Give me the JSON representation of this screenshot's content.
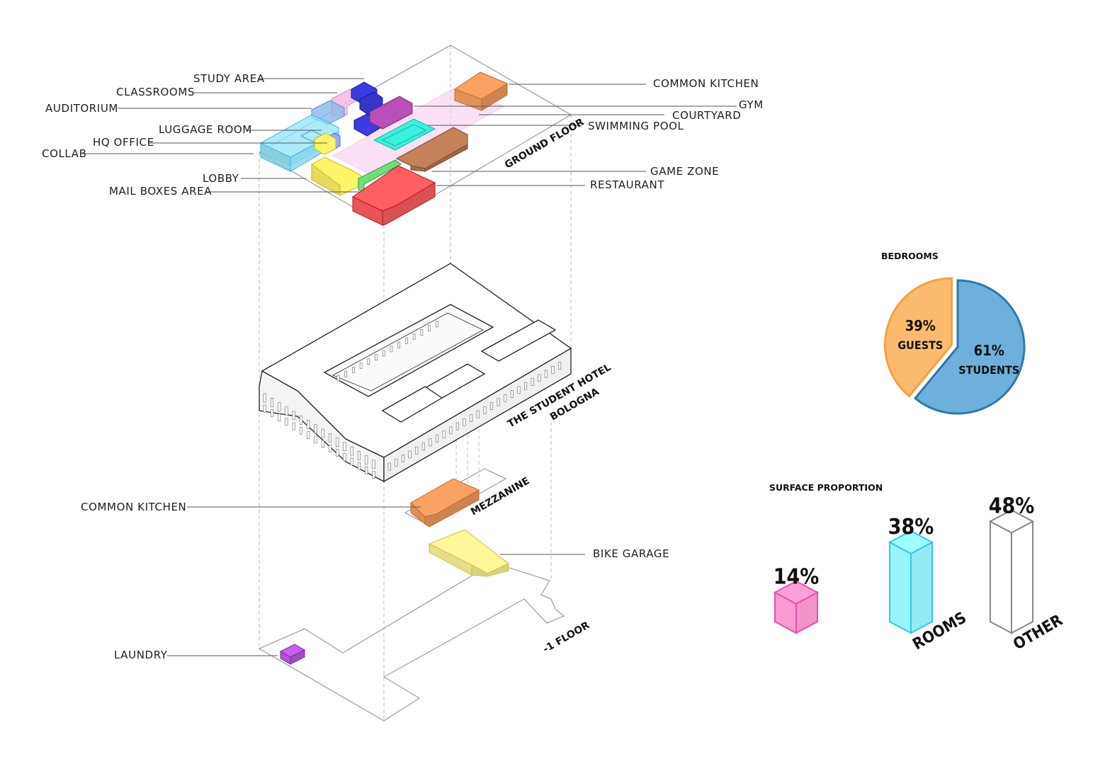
{
  "floors": {
    "ground": "GROUND FLOOR",
    "mezzanine": "MEZZANINE",
    "basement": "-1 FLOOR",
    "building_line1": "THE STUDENT HOTEL",
    "building_line2": "BOLOGNA"
  },
  "ground_labels": {
    "study_area": "STUDY AREA",
    "classrooms": "CLASSROOMS",
    "auditorium": "AUDITORIUM",
    "luggage_room": "LUGGAGE ROOM",
    "hq_office": "HQ OFFICE",
    "collab": "COLLAB",
    "lobby": "LOBBY",
    "mail_boxes": "MAIL BOXES AREA",
    "common_kitchen": "COMMON KITCHEN",
    "gym": "GYM",
    "courtyard": "COURTYARD",
    "swimming_pool": "SWIMMING POOL",
    "game_zone": "GAME ZONE",
    "restaurant": "RESTAURANT"
  },
  "lower_labels": {
    "common_kitchen": "COMMON KITCHEN",
    "bike_garage": "BIKE GARAGE",
    "laundry": "LAUNDRY"
  },
  "colors": {
    "study": "#3b3be0",
    "classrooms": "#f6b8e4",
    "auditorium": "#8ab8ea",
    "collab": "#8fe4f8",
    "hq": "#9aa8ff",
    "lobby": "#fff36a",
    "kitchen": "#f9a264",
    "gym": "#b94fb9",
    "courtyard": "#f8c8f0",
    "pool": "#3af1de",
    "game": "#c5815a",
    "restaurant": "#ff5f63",
    "mailbox": "#6ee07a",
    "bike": "#fff79a",
    "laundry": "#c860f0"
  },
  "chart_data": [
    {
      "type": "pie",
      "title": "BEDROOMS",
      "slices": [
        {
          "label": "STUDENTS",
          "value": 61,
          "display": "61%",
          "color": "#6fafdc",
          "stroke": "#2d79a8"
        },
        {
          "label": "GUESTS",
          "value": 39,
          "display": "39%",
          "color": "#fbbb6f",
          "stroke": "#f2a143"
        }
      ]
    },
    {
      "type": "bar",
      "title": "SURFACE PROPORTION",
      "categories": [
        "",
        "ROOMS",
        "OTHER"
      ],
      "values": [
        14,
        38,
        48
      ],
      "display": [
        "14%",
        "38%",
        "48%"
      ],
      "colors": [
        "#fb9ad2",
        "#9af4fe",
        "#ffffff"
      ],
      "strokes": [
        "#e64fb0",
        "#2fc9e6",
        "#888888"
      ]
    }
  ]
}
